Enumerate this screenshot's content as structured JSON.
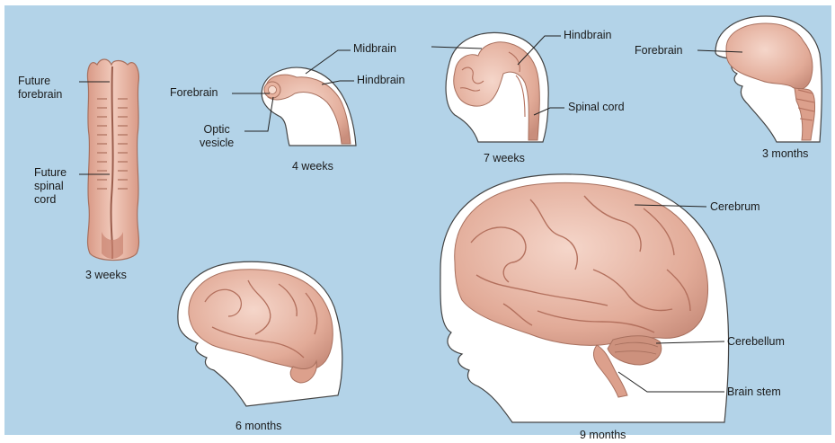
{
  "stages": [
    {
      "id": "w3",
      "caption": "3 weeks",
      "labels": [
        "Future\nforebrain",
        "Future\nspinal\ncord"
      ]
    },
    {
      "id": "w4",
      "caption": "4 weeks",
      "labels": [
        "Midbrain",
        "Forebrain",
        "Hindbrain",
        "Optic\nvesicle"
      ]
    },
    {
      "id": "w7",
      "caption": "7 weeks",
      "labels": [
        "Hindbrain",
        "Spinal cord"
      ]
    },
    {
      "id": "m3",
      "caption": "3 months",
      "labels": [
        "Forebrain"
      ]
    },
    {
      "id": "m6",
      "caption": "6 months",
      "labels": []
    },
    {
      "id": "m9",
      "caption": "9 months",
      "labels": [
        "Cerebrum",
        "Cerebellum",
        "Brain stem"
      ]
    }
  ],
  "colors": {
    "background": "#b3d3e8",
    "brain": "#e7b8a6",
    "brain_dark": "#c98e7c",
    "skin": "#ffffff",
    "outline": "#3a3a3a"
  }
}
